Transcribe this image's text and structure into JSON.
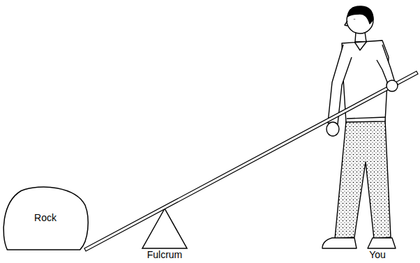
{
  "diagram": {
    "nodes": [
      {
        "text": [
          "Rock"
        ]
      }
    ],
    "labels": [
      "Fulcrum",
      "You"
    ]
  }
}
